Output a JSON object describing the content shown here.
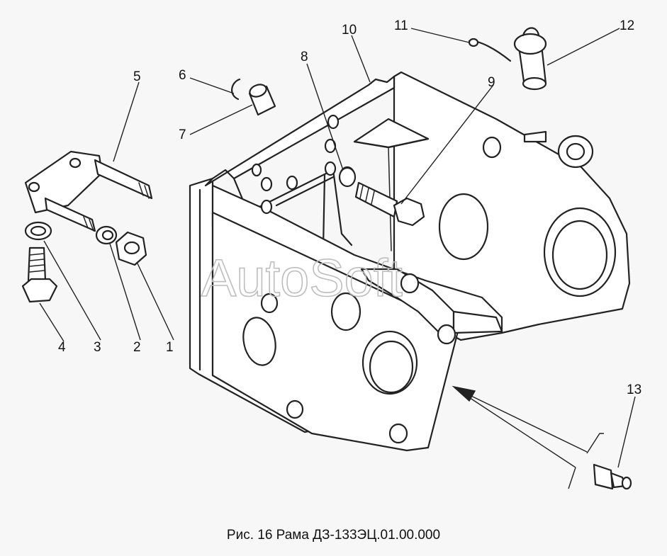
{
  "caption": "Рис. 16 Рама  ДЗ-133ЭЦ.01.00.000",
  "watermark": "AutoSoft",
  "callouts": [
    "1",
    "2",
    "3",
    "4",
    "5",
    "6",
    "7",
    "8",
    "9",
    "10",
    "11",
    "12",
    "13"
  ]
}
